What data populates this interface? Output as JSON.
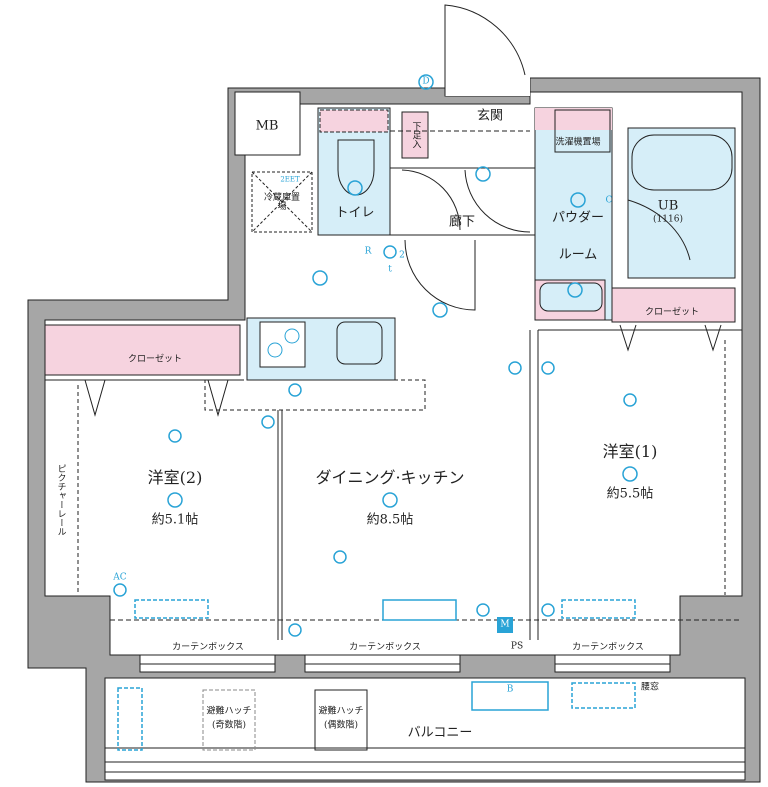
{
  "colors": {
    "wall": "#a6a6a6",
    "wet_area": "#d6eef8",
    "storage": "#f6d3df",
    "fixture": "#29a3d6",
    "line": "#222222"
  },
  "labels": {
    "mb": "MB",
    "entrance": "玄関",
    "shoe_box": "下足入",
    "toilet": "トイレ",
    "hallway": "廊下",
    "fridge": "冷蔵庫置場",
    "washer": "洗濯機置場",
    "powder_1": "パウダー",
    "powder_2": "ルーム",
    "ub": "UB",
    "ub_size": "(1116)",
    "closet_right": "クローゼット",
    "closet_left": "クローゼット",
    "room2": "洋室(2)",
    "room2_size": "約5.1帖",
    "dining": "ダイニング·キッチン",
    "dining_size": "約8.5帖",
    "room1": "洋室(1)",
    "room1_size": "約5.5帖",
    "picture_rail": "ピクチャーレール",
    "curtain_box_1": "カーテンボックス",
    "curtain_box_2": "カーテンボックス",
    "curtain_box_3": "カーテンボックス",
    "ps": "PS",
    "hatch_odd_1": "避難ハッチ",
    "hatch_odd_2": "(奇数階)",
    "hatch_even_1": "避難ハッチ",
    "hatch_even_2": "(偶数階)",
    "balcony": "バルコニー",
    "waist_window": "腰窓"
  },
  "symbols": {
    "d": "D",
    "r": "R",
    "t": "t",
    "c": "C",
    "m": "M",
    "b": "B",
    "ac": "AC",
    "outlet_count": "2",
    "eet": "2EET"
  },
  "icons": [
    "door-swing-icon",
    "ceiling-light-icon",
    "outlet-icon",
    "ac-outlet-icon",
    "stove-icon",
    "sink-icon",
    "toilet-icon",
    "bathtub-icon",
    "window-icon"
  ]
}
